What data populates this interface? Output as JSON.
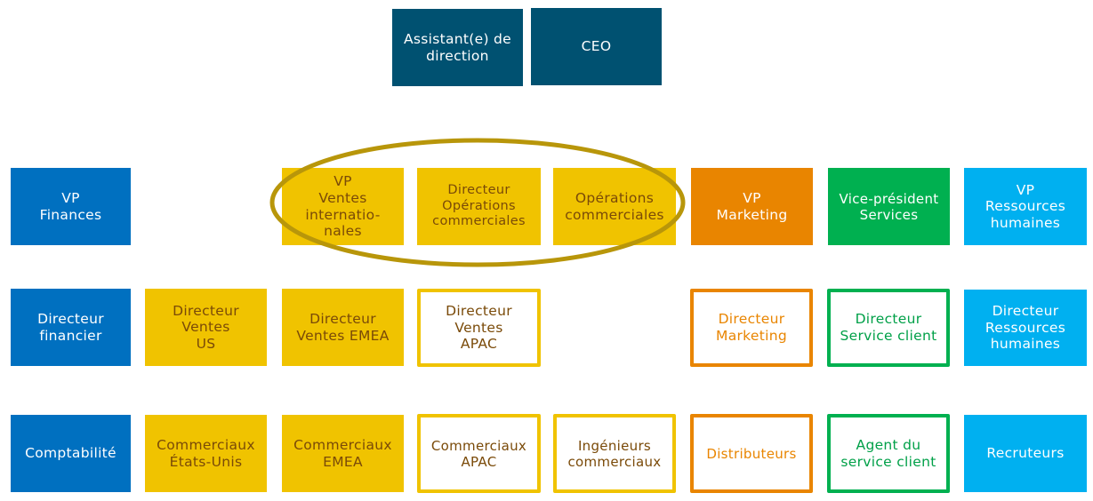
{
  "colors": {
    "executive": "#005171",
    "finance": "#0070c0",
    "sales": "#f0c300",
    "sales_text": "#7a4a08",
    "marketing": "#e98500",
    "services": "#00b050",
    "hr": "#00b0f0",
    "highlight_ellipse": "#b8960a"
  },
  "top": {
    "assistant": "Assistant(e) de\ndirection",
    "ceo": "CEO"
  },
  "row1": {
    "vp_finances": "VP\nFinances",
    "vp_ventes_internationales": "VP\nVentes\ninternatio-\nnales",
    "directeur_operations_commerciales": "Directeur\nOpérations\ncommerciales",
    "operations_commerciales": "Opérations\ncommerciales",
    "vp_marketing": "VP\nMarketing",
    "vice_president_services": "Vice-président\nServices",
    "vp_ressources_humaines": "VP\nRessources\nhumaines"
  },
  "row2": {
    "directeur_financier": "Directeur\nfinancier",
    "directeur_ventes_us": "Directeur\nVentes\nUS",
    "directeur_ventes_emea": "Directeur\nVentes EMEA",
    "directeur_ventes_apac": "Directeur\nVentes\nAPAC",
    "directeur_marketing": "Directeur\nMarketing",
    "directeur_service_client": "Directeur\nService client",
    "directeur_ressources_humaines": "Directeur\nRessources\nhumaines"
  },
  "row3": {
    "comptabilite": "Comptabilité",
    "commerciaux_etats_unis": "Commerciaux\nÉtats-Unis",
    "commerciaux_emea": "Commerciaux\nEMEA",
    "commerciaux_apac": "Commerciaux\nAPAC",
    "ingenieurs_commerciaux": "Ingénieurs\ncommerciaux",
    "distributeurs": "Distributeurs",
    "agent_service_client": "Agent du\nservice client",
    "recruteurs": "Recruteurs"
  }
}
